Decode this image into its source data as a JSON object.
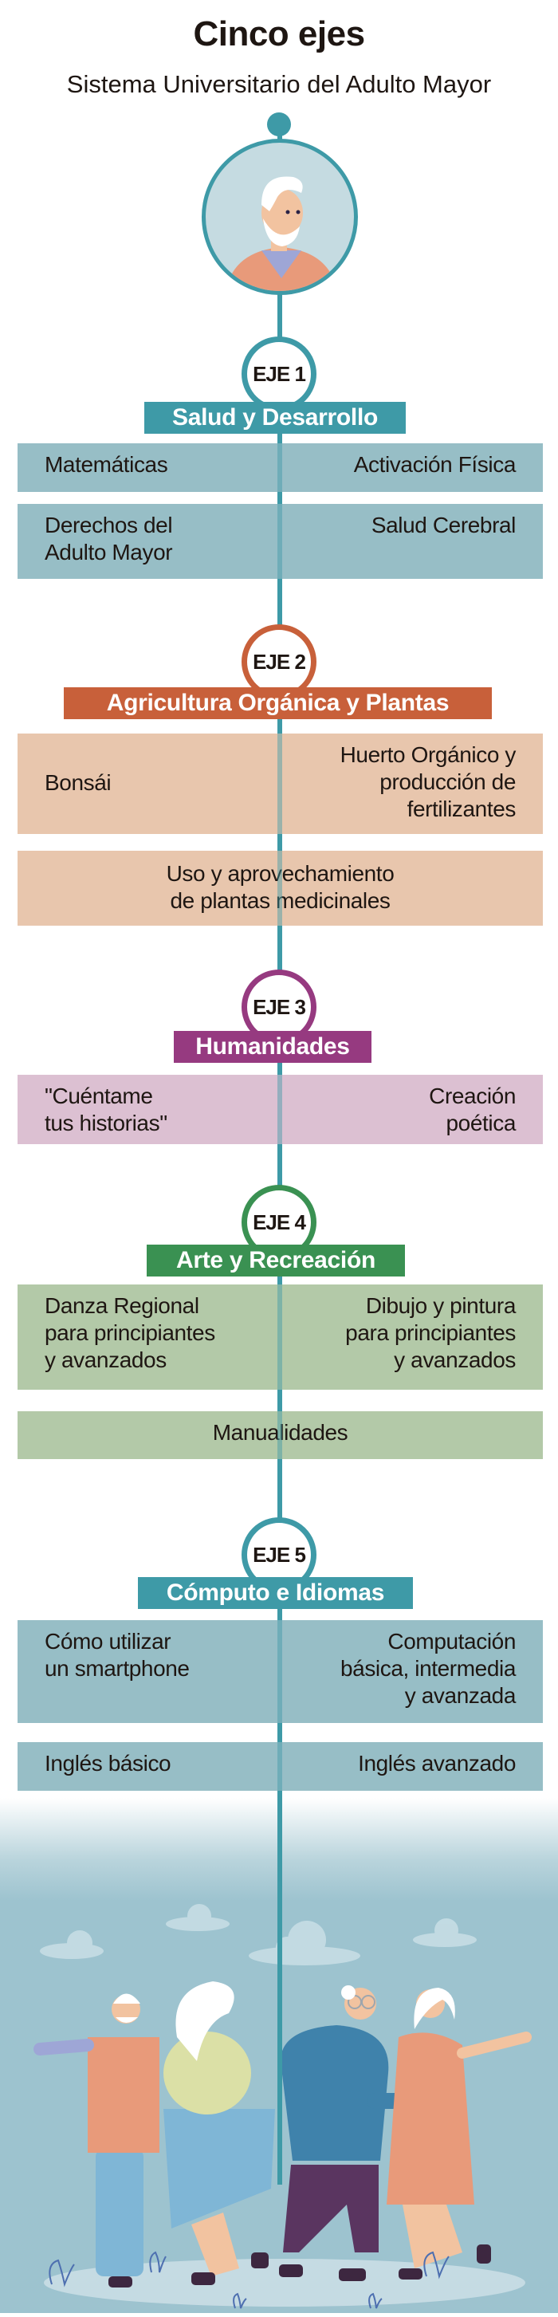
{
  "header": {
    "title": "Cinco ejes",
    "subtitle": "Sistema Universitario del Adulto Mayor"
  },
  "colors": {
    "teal": "#3e9aa7",
    "teal_light": "#97bec6",
    "orange": "#c8603a",
    "peach": "#e8c6ad",
    "purple": "#963a80",
    "lilac": "#dcc0d2",
    "green": "#3a9152",
    "sage": "#b3c9a8",
    "sky": "#9dc3cf"
  },
  "ejes": [
    {
      "badge": "EJE 1",
      "title": "Salud y Desarrollo",
      "rows": [
        [
          "Matemáticas",
          "Activación Física"
        ],
        [
          "Derechos del\nAdulto Mayor",
          "Salud Cerebral"
        ]
      ]
    },
    {
      "badge": "EJE 2",
      "title": "Agricultura Orgánica y Plantas",
      "rows": [
        [
          "Bonsái",
          "Huerto Orgánico y\nproducción de\nfertilizantes"
        ],
        [
          "Uso y aprovechamiento\nde plantas medicinales"
        ]
      ]
    },
    {
      "badge": "EJE 3",
      "title": "Humanidades",
      "rows": [
        [
          "\"Cuéntame\ntus historias\"",
          "Creación\npoética"
        ]
      ]
    },
    {
      "badge": "EJE 4",
      "title": "Arte y Recreación",
      "rows": [
        [
          "Danza Regional\npara principiantes\ny avanzados",
          "Dibujo y pintura\npara principiantes\ny avanzados"
        ],
        [
          "Manualidades"
        ]
      ]
    },
    {
      "badge": "EJE 5",
      "title": "Cómputo e Idiomas",
      "rows": [
        [
          "Cómo utilizar\nun smartphone",
          "Computación\nbásica, intermedia\ny avanzada"
        ],
        [
          "Inglés básico",
          "Inglés avanzado"
        ]
      ]
    }
  ]
}
